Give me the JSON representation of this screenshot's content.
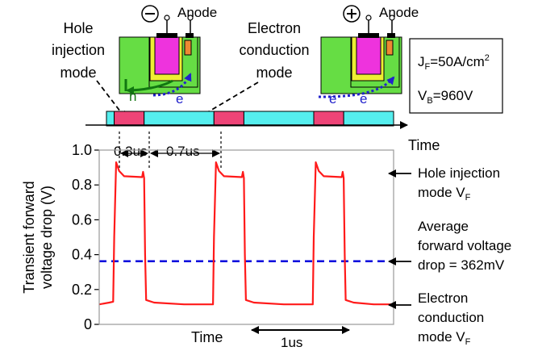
{
  "labels": {
    "hole_mode": [
      "Hole",
      "injection",
      "mode"
    ],
    "electron_mode": [
      "Electron",
      "conduction",
      "mode"
    ],
    "anode_left": "Anode",
    "anode_right": "Anode",
    "minus_sign": "−",
    "plus_sign": "+",
    "h": "h",
    "e_left": "e",
    "e_right_1": "e",
    "e_right_2": "e",
    "time_top": "Time",
    "dur_hole": "0.3us",
    "dur_elec": "0.7us",
    "time_bottom": "Time",
    "period": "1us",
    "right_hole": [
      "Hole injection",
      "mode V",
      "F"
    ],
    "right_avg": [
      "Average",
      "forward voltage",
      "drop = 362mV"
    ],
    "right_elec": [
      "Electron",
      "conduction",
      "mode V",
      "F"
    ]
  },
  "params_box": {
    "jf_main": "J",
    "jf_sub": "F",
    "jf_rest": "=50A/cm",
    "jf_sup": "2",
    "vb_main": "V",
    "vb_sub": "B",
    "vb_rest": "=960V"
  },
  "colors": {
    "waveform": "#ff1a1a",
    "average": "#0000dd",
    "hole_segment": "#ee4477",
    "electron_segment": "#55eeee",
    "device_green": "#66dd44",
    "device_magenta": "#ee33dd",
    "device_yellow": "#eeee33",
    "device_orange": "#ee8833",
    "hole_arrow": "#117711",
    "electron_arrow": "#2222cc"
  },
  "timeline_segments": [
    {
      "mode": "electron",
      "start": -0.15,
      "end": 0.0
    },
    {
      "mode": "hole",
      "start": 0.0,
      "end": 0.3
    },
    {
      "mode": "electron",
      "start": 0.3,
      "end": 1.0
    },
    {
      "mode": "hole",
      "start": 1.0,
      "end": 1.3
    },
    {
      "mode": "electron",
      "start": 1.3,
      "end": 2.0
    },
    {
      "mode": "hole",
      "start": 2.0,
      "end": 2.3
    },
    {
      "mode": "electron",
      "start": 2.3,
      "end": 2.8
    }
  ],
  "chart_data": {
    "type": "line",
    "ylabel": [
      "Transient forward",
      "voltage drop (V)"
    ],
    "xlabel": "Time",
    "ylim": [
      0,
      1.0
    ],
    "xlim": [
      -0.15,
      2.8
    ],
    "yticks": [
      "0",
      "0.2",
      "0.4",
      "0.6",
      "0.8",
      "1.0"
    ],
    "average_value": 0.362,
    "series": [
      {
        "points": [
          [
            -0.15,
            0.115
          ],
          [
            -0.05,
            0.125
          ],
          [
            -0.01,
            0.13
          ],
          [
            0.0,
            0.5
          ],
          [
            0.02,
            0.93
          ],
          [
            0.05,
            0.88
          ],
          [
            0.1,
            0.85
          ],
          [
            0.28,
            0.845
          ],
          [
            0.29,
            0.875
          ],
          [
            0.3,
            0.84
          ],
          [
            0.31,
            0.4
          ],
          [
            0.32,
            0.14
          ],
          [
            0.4,
            0.125
          ],
          [
            0.7,
            0.115
          ],
          [
            0.99,
            0.115
          ],
          [
            1.0,
            0.5
          ],
          [
            1.02,
            0.93
          ],
          [
            1.05,
            0.88
          ],
          [
            1.1,
            0.85
          ],
          [
            1.28,
            0.845
          ],
          [
            1.29,
            0.875
          ],
          [
            1.3,
            0.84
          ],
          [
            1.31,
            0.4
          ],
          [
            1.32,
            0.14
          ],
          [
            1.4,
            0.125
          ],
          [
            1.7,
            0.115
          ],
          [
            1.99,
            0.115
          ],
          [
            2.0,
            0.5
          ],
          [
            2.02,
            0.93
          ],
          [
            2.05,
            0.88
          ],
          [
            2.1,
            0.85
          ],
          [
            2.28,
            0.845
          ],
          [
            2.29,
            0.875
          ],
          [
            2.3,
            0.84
          ],
          [
            2.31,
            0.4
          ],
          [
            2.32,
            0.14
          ],
          [
            2.4,
            0.125
          ],
          [
            2.6,
            0.115
          ],
          [
            2.8,
            0.115
          ]
        ]
      }
    ]
  }
}
